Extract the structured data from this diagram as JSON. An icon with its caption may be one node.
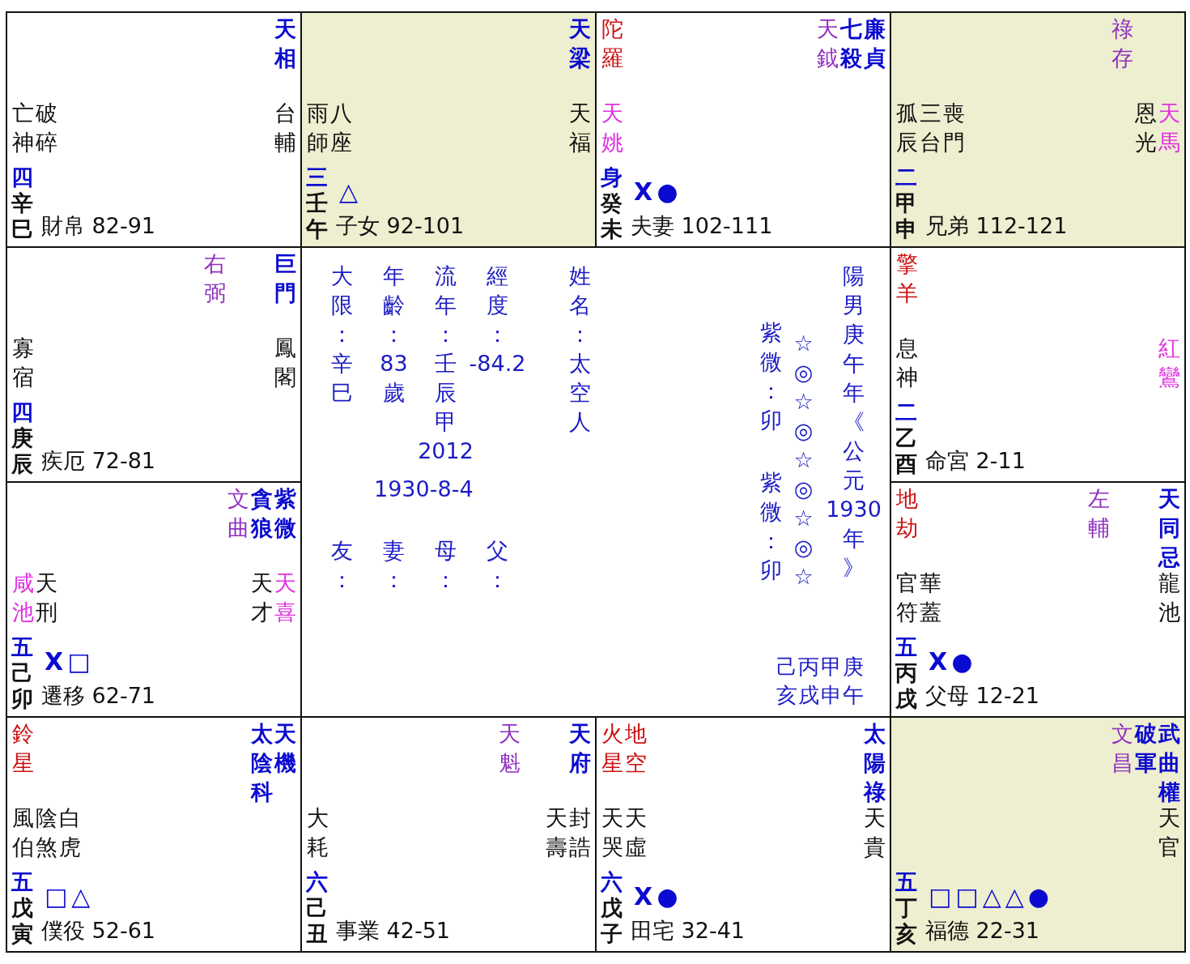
{
  "diagram": {
    "nodes": [
      {
        "text": [
          "天相",
          "亡神",
          "破碎",
          "台輔",
          "四",
          "辛",
          "巳",
          "財帛 82-91"
        ]
      },
      {
        "text": [
          "天梁",
          "雨師",
          "八座",
          "天福",
          "三",
          "壬",
          "△",
          "午",
          "子女 92-101"
        ]
      },
      {
        "text": [
          "陀羅",
          "天鉞",
          "七殺",
          "廉貞",
          "天姚",
          "身",
          "癸",
          "X●",
          "未",
          "夫妻 102-111"
        ]
      },
      {
        "text": [
          "祿存",
          "孤辰",
          "三台",
          "喪門",
          "恩光",
          "天馬",
          "二",
          "甲",
          "申",
          "兄弟 112-121"
        ]
      },
      {
        "text": [
          "右弼",
          "巨門",
          "寡宿",
          "鳳閣",
          "四",
          "庚",
          "辰",
          "疾厄 72-81"
        ]
      },
      {
        "text": [
          "擎羊",
          "息神",
          "紅鸞",
          "二",
          "乙",
          "酉",
          "命宮 2-11"
        ]
      },
      {
        "text": [
          "文曲",
          "貪狼",
          "紫微",
          "咸池",
          "天刑",
          "天才",
          "天喜",
          "五",
          "己",
          "X□",
          "卯",
          "遷移 62-71"
        ]
      },
      {
        "text": [
          "地劫",
          "左輔",
          "天同忌",
          "官符",
          "華蓋",
          "龍池",
          "五",
          "丙",
          "X●",
          "戌",
          "父母 12-21"
        ]
      },
      {
        "text": [
          "鈴星",
          "太陰科",
          "天機",
          "風伯",
          "陰煞",
          "白虎",
          "五",
          "戊",
          "□△",
          "寅",
          "僕役 52-61"
        ]
      },
      {
        "text": [
          "天魁",
          "天府",
          "大耗",
          "天壽",
          "封誥",
          "六",
          "己",
          "丑",
          "事業 42-51"
        ]
      },
      {
        "text": [
          "火星",
          "地空",
          "太陽祿",
          "天哭",
          "天虛",
          "天貴",
          "六",
          "戊",
          "X●",
          "子",
          "田宅 32-41"
        ]
      },
      {
        "text": [
          "文昌",
          "破軍",
          "武曲權",
          "天官",
          "五",
          "丁",
          "□□△△●",
          "亥",
          "福德 22-31"
        ]
      },
      {
        "text": [
          "大限：辛巳",
          "年齡：83歲",
          "流年：壬辰甲2012",
          "經度：-84.2",
          "姓名：太空人",
          "1930-8-4",
          "友：",
          "妻：",
          "母：",
          "父：",
          "紫微：卯",
          "☆◎☆◎☆◎☆◎☆",
          "陽男庚午年《公元1930年》",
          "紫微：卯",
          "己亥",
          "丙戌",
          "甲申",
          "庚午"
        ]
      }
    ]
  }
}
